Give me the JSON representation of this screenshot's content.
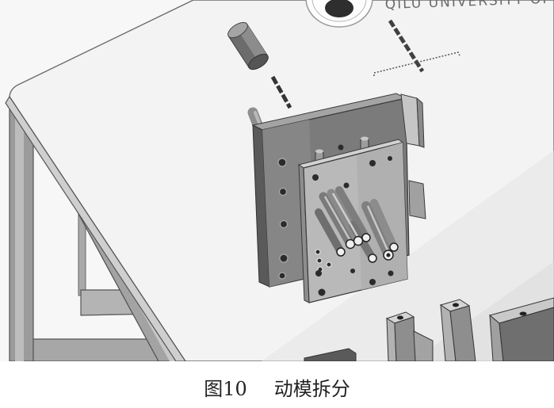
{
  "figure": {
    "label": "图10",
    "title": "动模拆分"
  },
  "logo_text": "QILU UNIVERSITY OF TE",
  "colors": {
    "background": "#ffffff",
    "table_surface": "#f3f3f3",
    "steel_dark": "#6f6f6f",
    "steel_light": "#bdbdbd",
    "hole": "#2b2b2b"
  }
}
